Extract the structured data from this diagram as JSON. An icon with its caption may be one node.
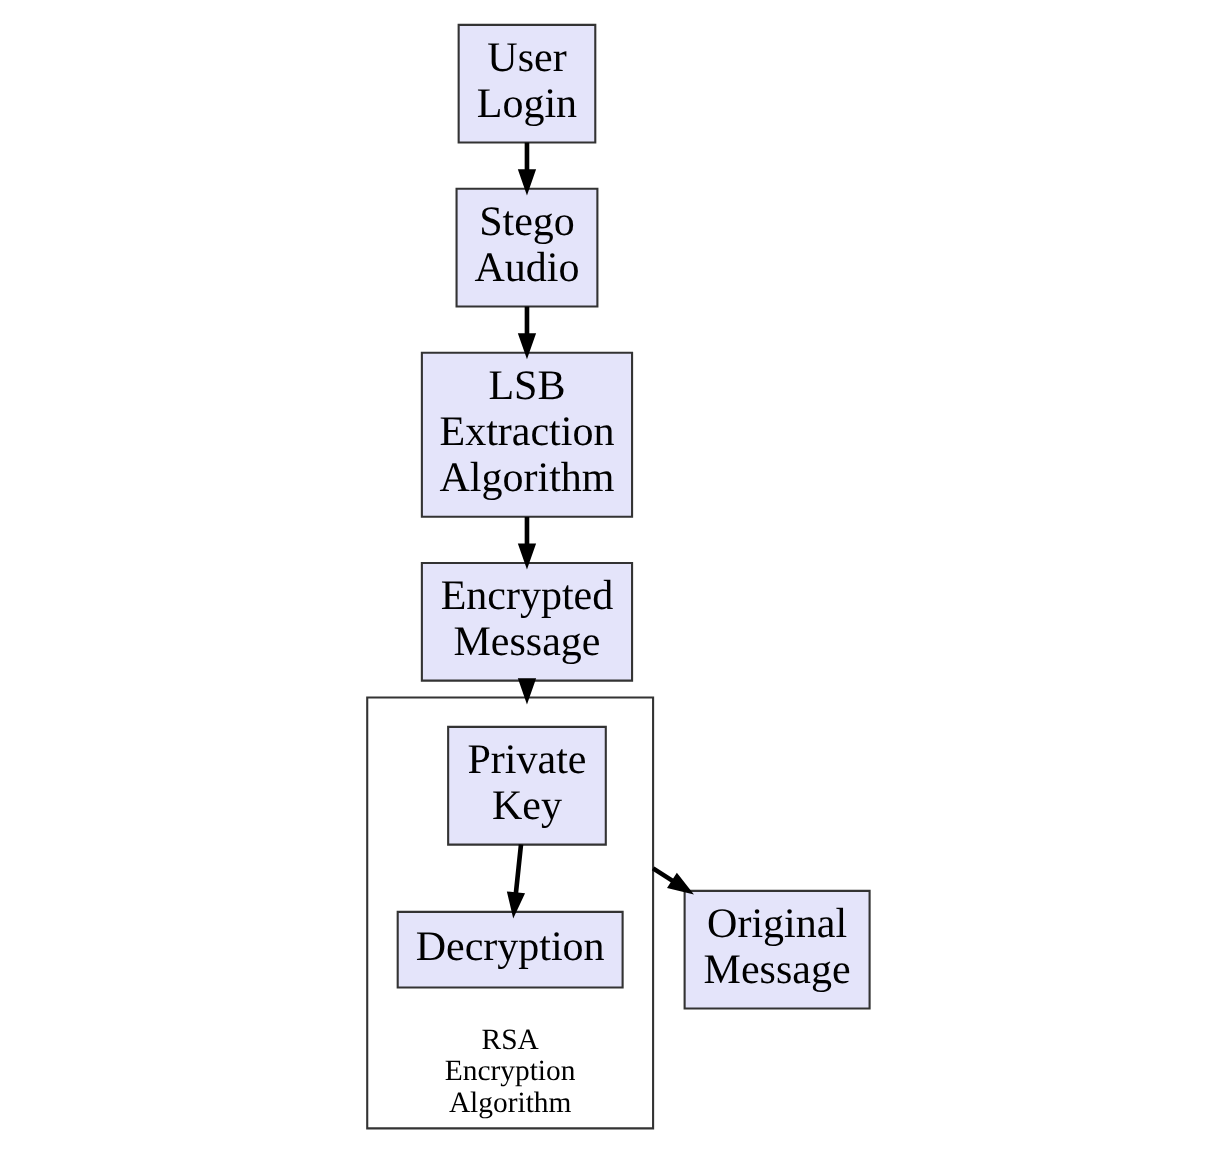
{
  "diagram": {
    "nodes": [
      {
        "text": [
          "User Login"
        ]
      },
      {
        "text": [
          "Stego Audio"
        ]
      },
      {
        "text": [
          "LSB Extraction Algorithm"
        ]
      },
      {
        "text": [
          "Encrypted Message"
        ]
      },
      {
        "text": [
          "RSA Encryption Algorithm"
        ]
      },
      {
        "text": [
          "Decryption"
        ],
        "in": 4
      },
      {
        "text": [
          "Private Key"
        ],
        "in": 4
      },
      {
        "text": [
          "Original Message"
        ]
      }
    ],
    "edges": [
      {
        "from": 0,
        "to": 1,
        "arrow": "to"
      },
      {
        "from": 1,
        "to": 2,
        "arrow": "to"
      },
      {
        "from": 2,
        "to": 3,
        "arrow": "to"
      },
      {
        "from": 3,
        "to": 4,
        "arrow": "to"
      },
      {
        "from": 6,
        "to": 5,
        "arrow": "to"
      },
      {
        "from": 4,
        "to": 7,
        "arrow": "to"
      }
    ]
  }
}
